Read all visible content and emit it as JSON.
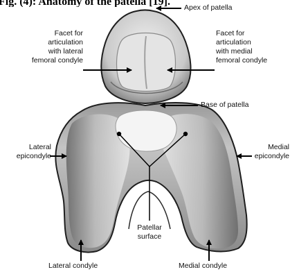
{
  "caption": "Fig. (4): Anatomy of the patella [19].",
  "labels": {
    "apex": "Apex of patella",
    "facet_lateral": "Facet for\narticulation\nwith lateral\nfemoral condyle",
    "facet_medial": "Facet for\narticulation\nwith medial\nfemoral condyle",
    "base": "Base of patella",
    "lateral_epicondyle": "Lateral\nepicondyle",
    "medial_epicondyle": "Medial\nepicondyle",
    "patellar_surface": "Patellar\nsurface",
    "lateral_condyle": "Lateral condyle",
    "medial_condyle": "Medial condyle"
  },
  "colors": {
    "bone_light": "#e9e9e9",
    "bone_mid": "#b8b8b8",
    "bone_dark": "#5a5a5a",
    "outline": "#1e1e1e",
    "arrow": "#000000"
  }
}
